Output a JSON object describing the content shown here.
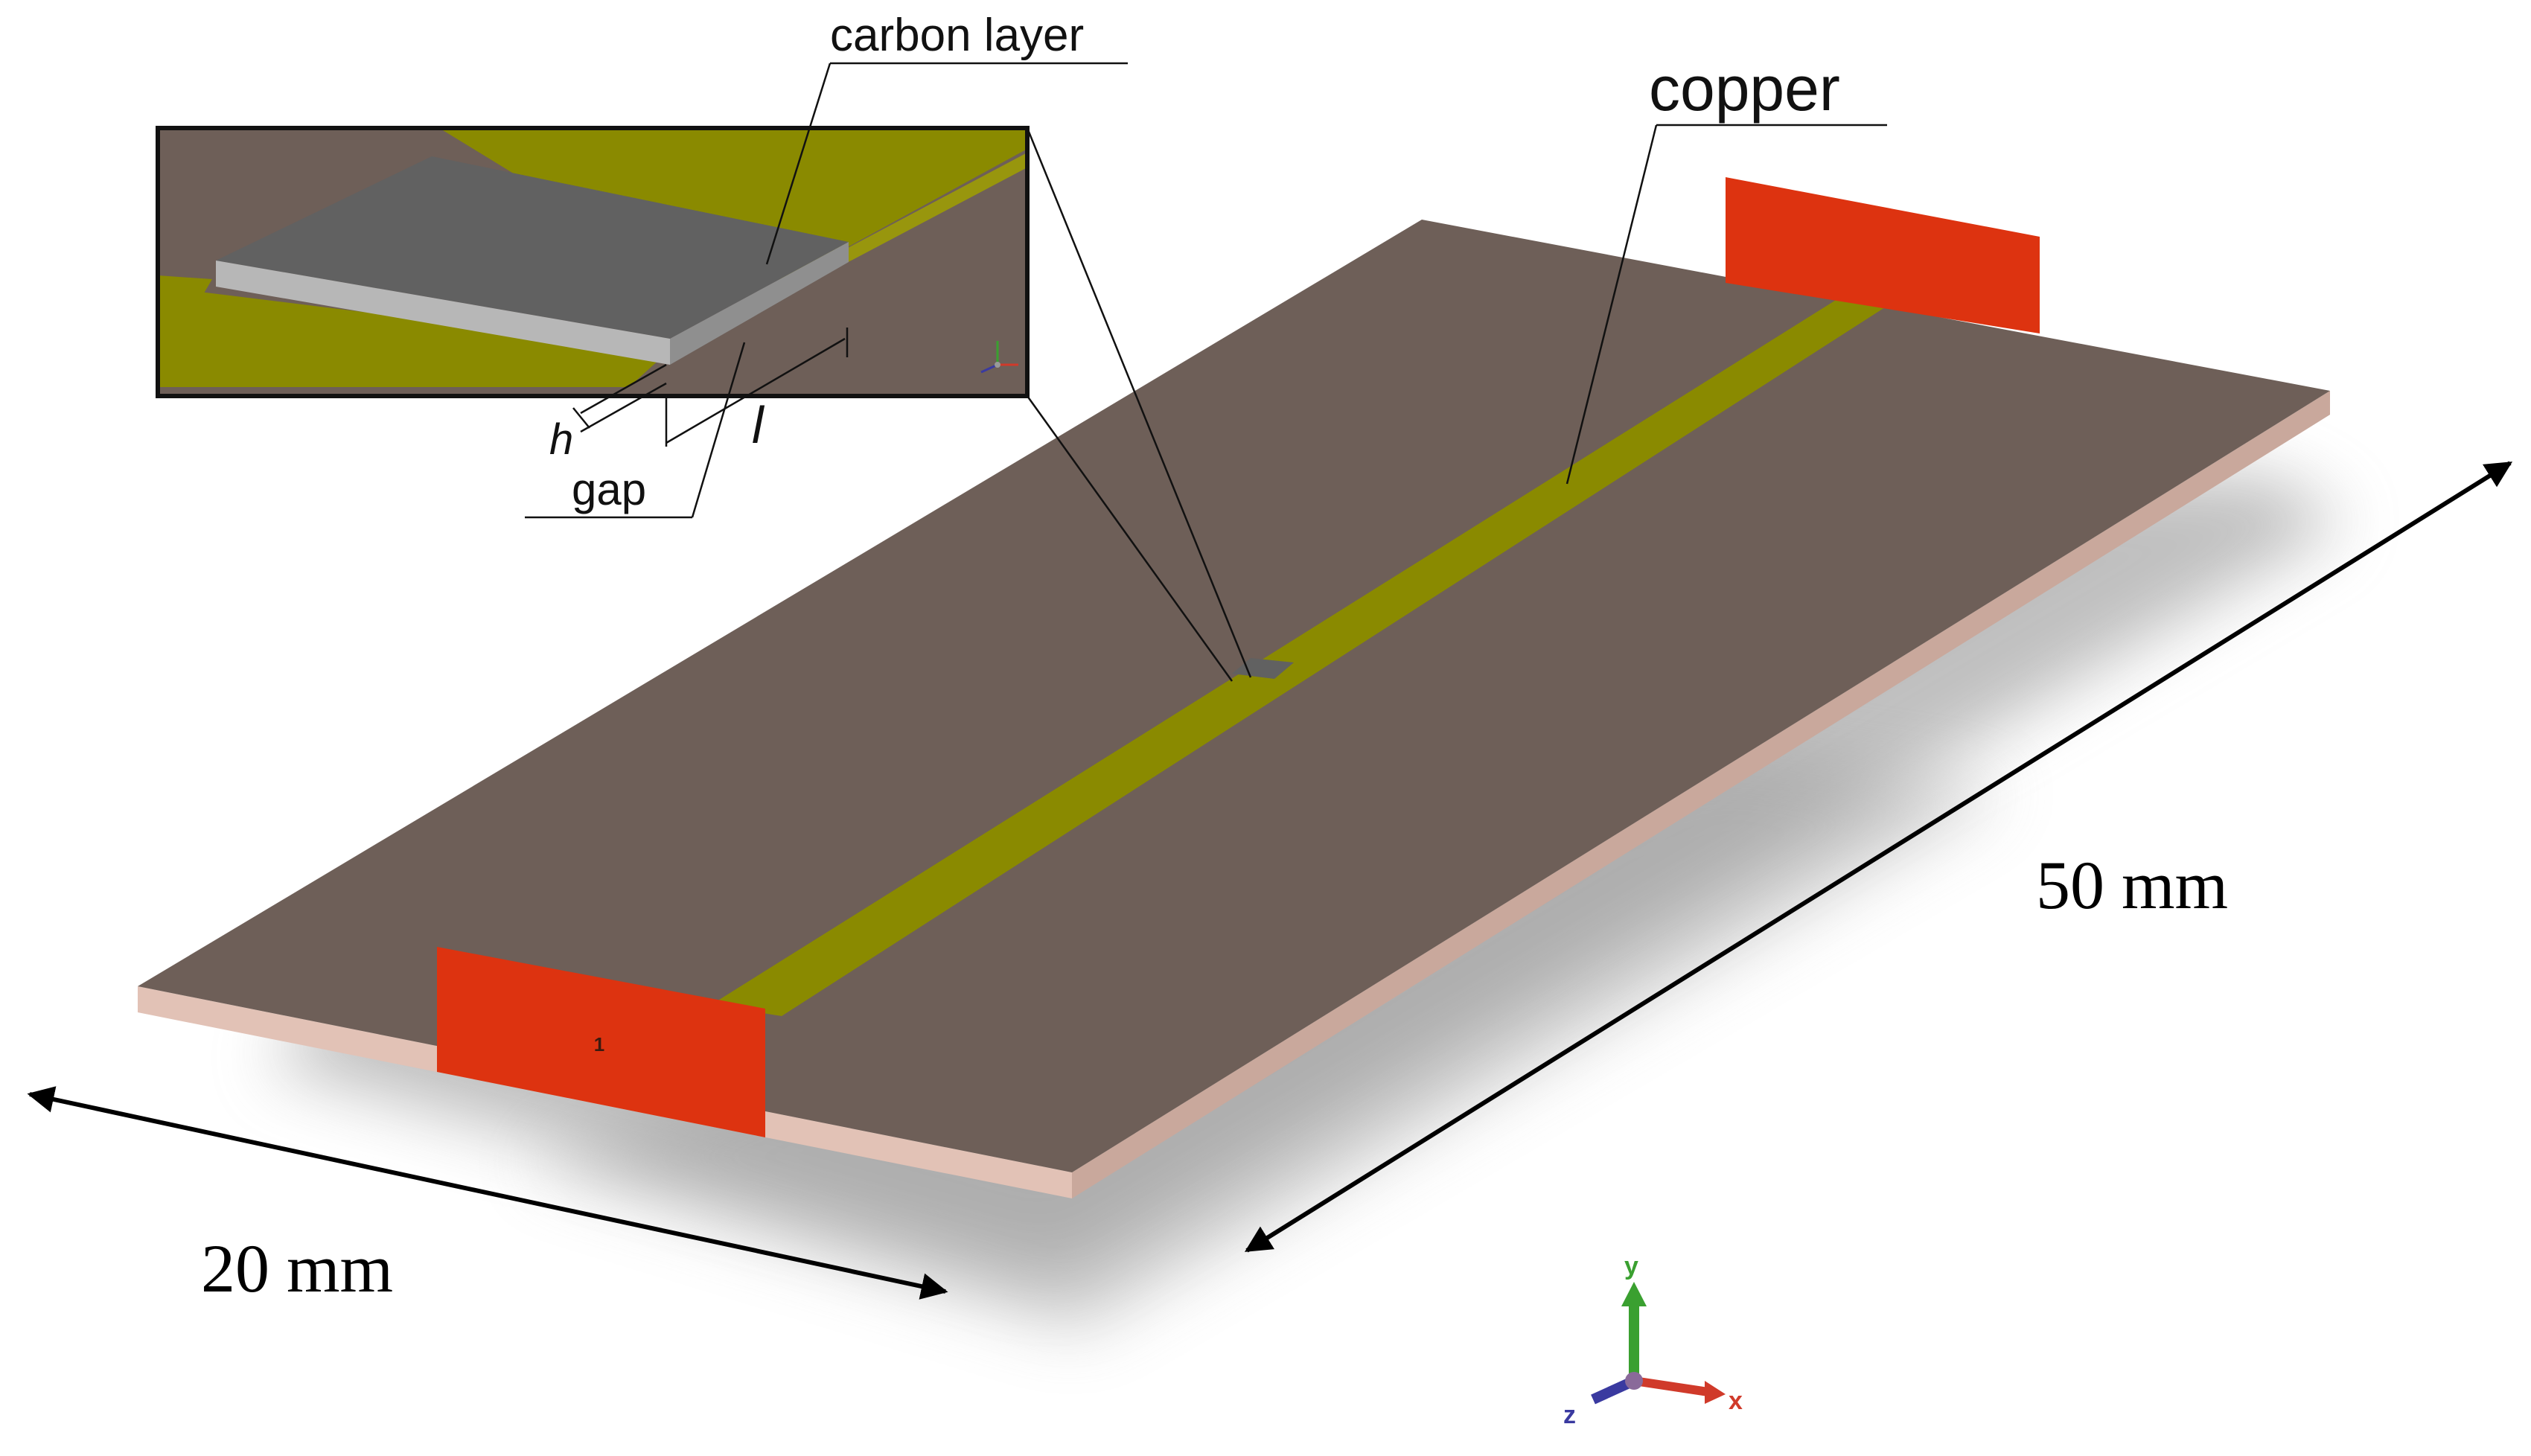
{
  "labels": {
    "carbon_layer": "carbon layer",
    "copper": "copper",
    "h": "h",
    "l": "l",
    "gap": "gap",
    "length": "50 mm",
    "width": "20 mm",
    "port_number": "1"
  },
  "axes": {
    "x": "x",
    "y": "y",
    "z": "z"
  },
  "colors": {
    "substrate_top": "#6e5f58",
    "substrate_edge": "#e2c2b6",
    "copper_trace": "#8a8a00",
    "carbon_top": "#616161",
    "carbon_side": "#b7b7b7",
    "port": "#dd3310",
    "axis_x": "#d03a2a",
    "axis_y": "#3aa030",
    "axis_z": "#3a3aa0"
  }
}
